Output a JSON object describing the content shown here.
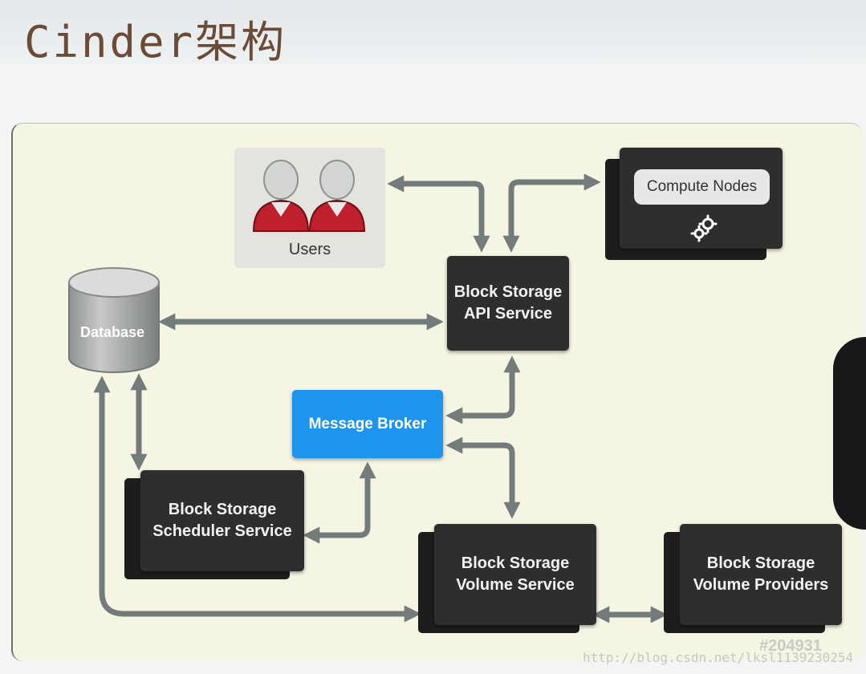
{
  "title": "Cinder架构",
  "nodes": {
    "users": "Users",
    "compute_nodes": "Compute Nodes",
    "api_service": "Block Storage\nAPI Service",
    "database": "Database",
    "message_broker": "Message Broker",
    "scheduler_service": "Block Storage\nScheduler Service",
    "volume_service": "Block Storage\nVolume Service",
    "volume_providers": "Block Storage\nVolume Providers"
  },
  "colors": {
    "panel": "#f4f5e2",
    "dark_box": "#2d2e2d",
    "broker": "#1d95ee",
    "arrow": "#747b7b",
    "user_icon": "#c0202c",
    "title_text": "#6b4a36"
  },
  "icons": {
    "users": "user-pair-icon",
    "compute": "gears-icon",
    "database": "database-cylinder-icon"
  },
  "watermark": {
    "number": "#204931",
    "url": "http://blog.csdn.net/lksl1139230254"
  }
}
